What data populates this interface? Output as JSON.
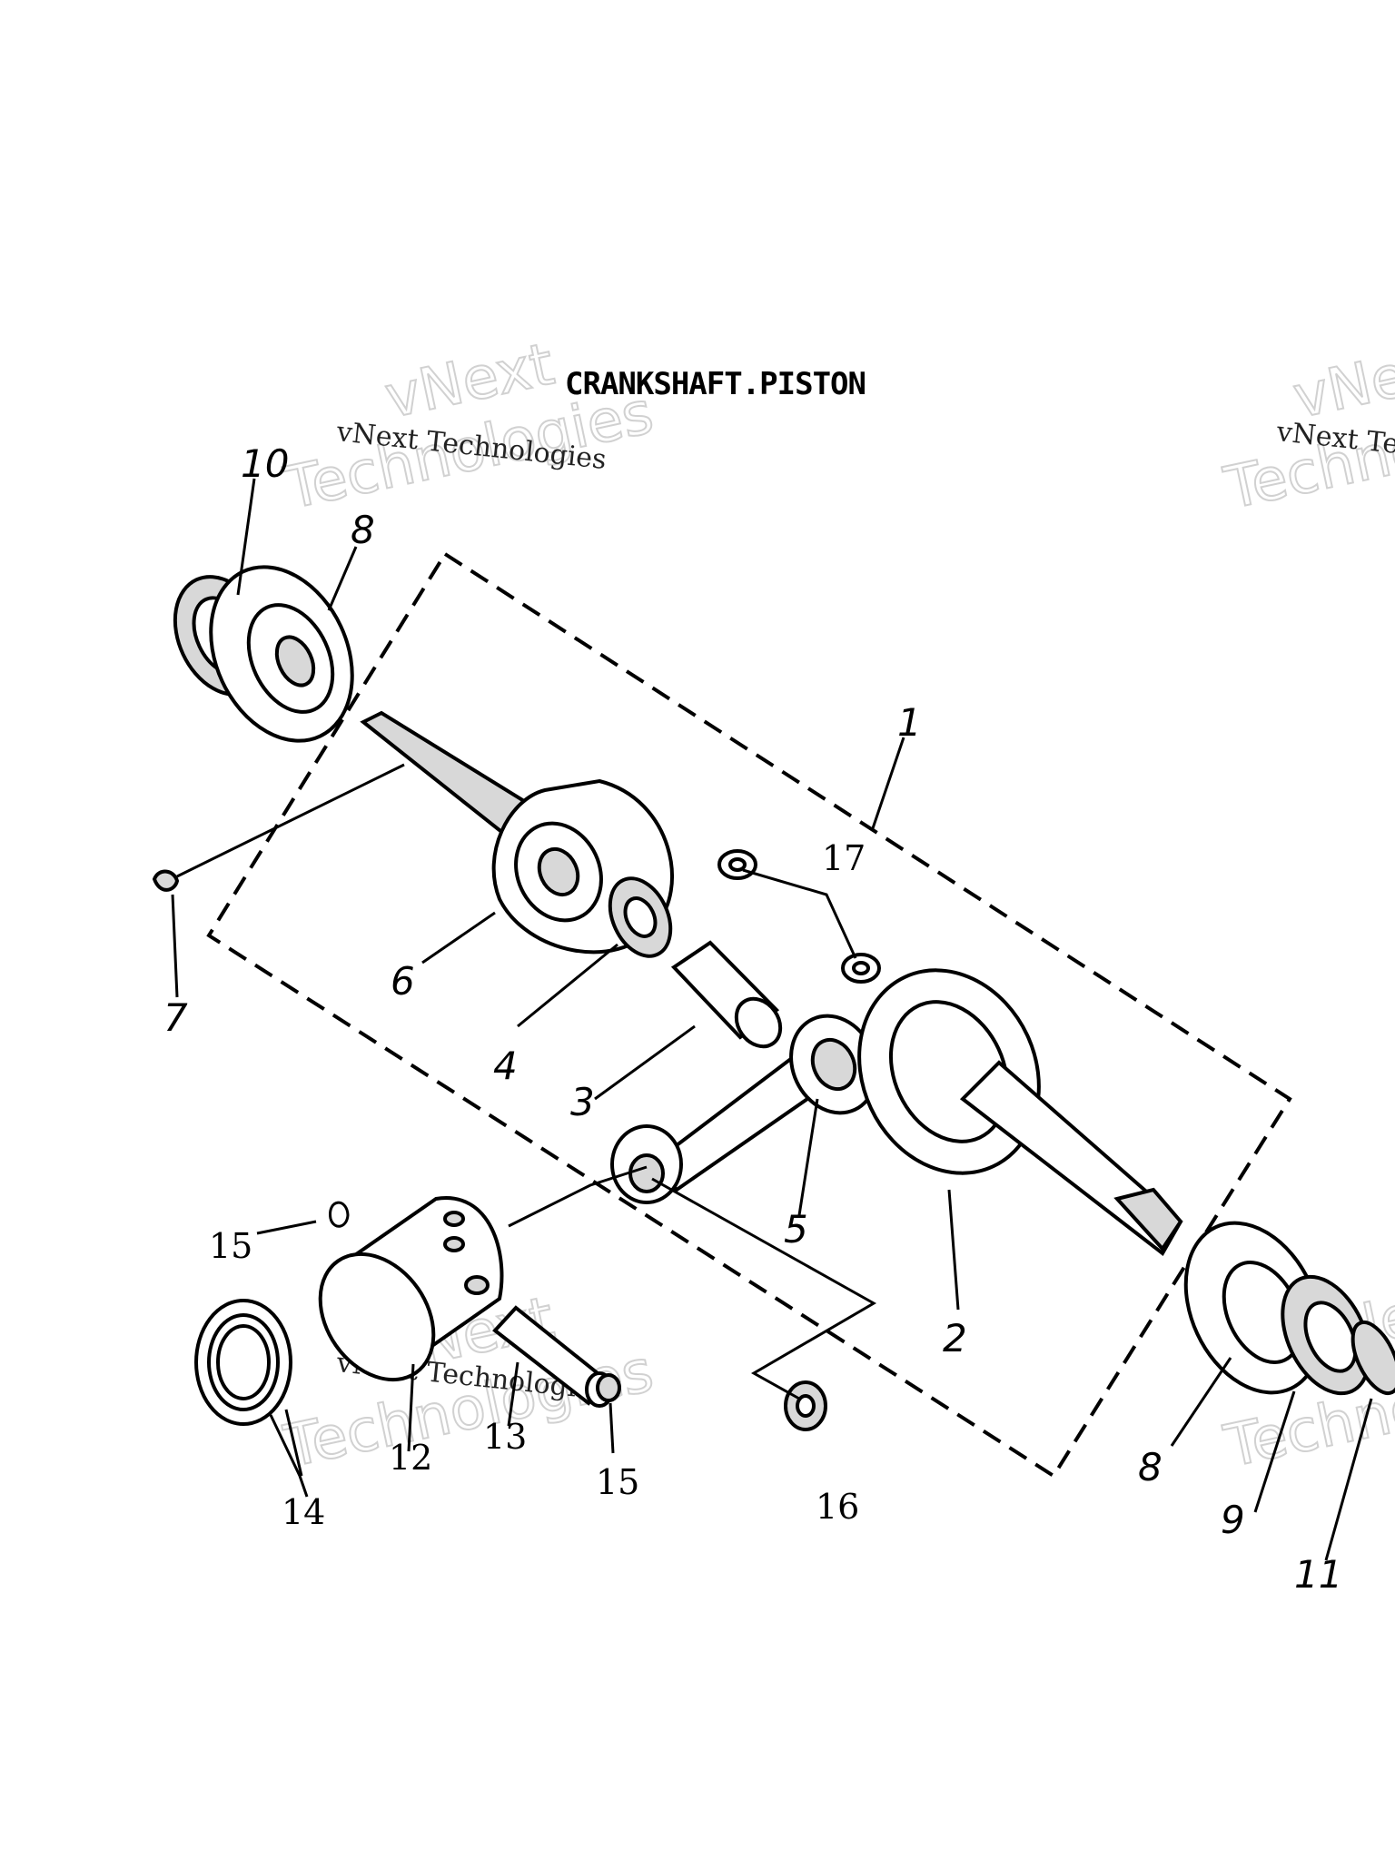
{
  "title": "CRANKSHAFT.PISTON",
  "watermark": {
    "line1": "vNext",
    "line2": "Technologies",
    "caption": "vNext Technologies"
  },
  "callouts": {
    "p1": "1",
    "p2": "2",
    "p3": "3",
    "p4": "4",
    "p5": "5",
    "p6": "6",
    "p7": "7",
    "p8a": "8",
    "p8b": "8",
    "p9": "9",
    "p10": "10",
    "p11": "11",
    "p12": "12",
    "p13": "13",
    "p14": "14",
    "p15a": "15",
    "p15b": "15",
    "p16": "16",
    "p17": "17"
  }
}
